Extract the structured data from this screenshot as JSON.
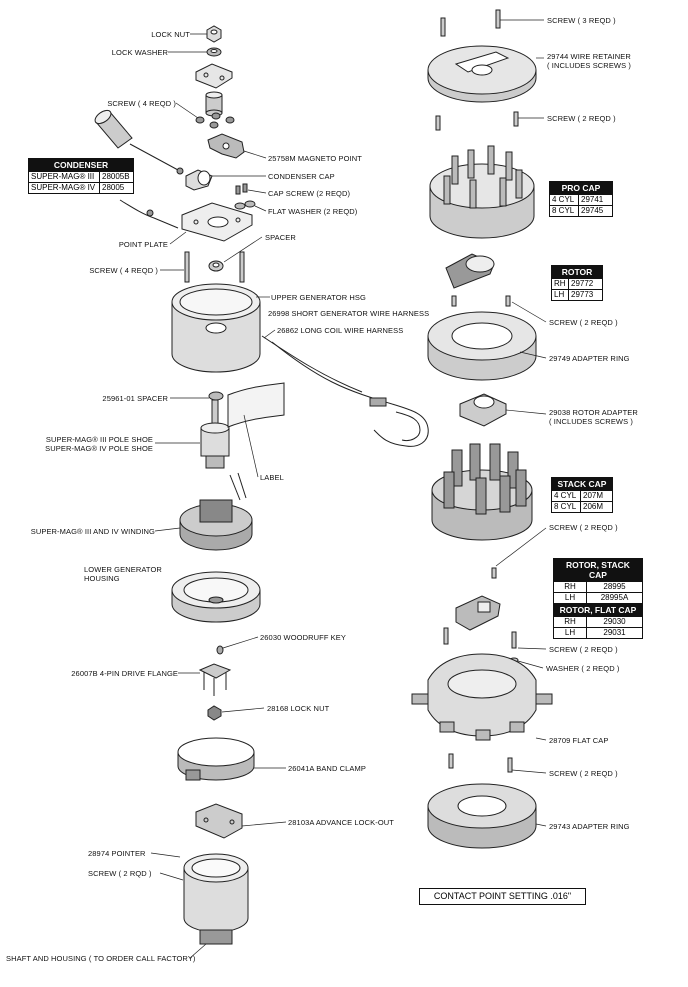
{
  "labels": {
    "lock_nut": "LOCK NUT",
    "lock_washer": "LOCK WASHER",
    "screw_4_reqd": "SCREW ( 4 REQD )",
    "magneto_point": "25758M MAGNETO POINT",
    "condenser_cap": "CONDENSER CAP",
    "cap_screw": "CAP SCREW (2 REQD)",
    "flat_washer": "FLAT WASHER (2 REQD)",
    "point_plate": "POINT PLATE",
    "spacer": "SPACER",
    "screw_4_reqd_2": "SCREW ( 4 REQD )",
    "upper_generator_hsg": "UPPER GENERATOR HSG",
    "short_harness": "26998 SHORT GENERATOR WIRE HARNESS",
    "long_harness": "26862 LONG COIL WIRE HARNESS",
    "spacer_25961": "25961-01 SPACER",
    "pole_shoe_iii": "SUPER-MAG® III POLE SHOE",
    "pole_shoe_iv": "SUPER-MAG® IV POLE SHOE",
    "label": "LABEL",
    "winding": "SUPER-MAG® III AND IV WINDING",
    "lower_gen_1": "LOWER GENERATOR",
    "lower_gen_2": "HOUSING",
    "woodruff_key": "26030 WOODRUFF KEY",
    "drive_flange": "26007B 4-PIN DRIVE FLANGE",
    "lock_nut_28168": "28168 LOCK NUT",
    "band_clamp": "26041A BAND CLAMP",
    "advance_lockout": "28103A  ADVANCE LOCK-OUT",
    "pointer": "28974 POINTER",
    "screw_2_rqd": "SCREW ( 2 RQD )",
    "shaft_housing": "SHAFT AND HOUSING ( TO ORDER CALL FACTORY)",
    "screw_3_reqd": "SCREW ( 3 REQD )",
    "wire_retainer_1": "29744 WIRE RETAINER",
    "wire_retainer_2": "( INCLUDES SCREWS )",
    "screw_2_reqd_a": "SCREW ( 2 REQD )",
    "screw_2_reqd_b": "SCREW ( 2 REQD )",
    "adapter_ring_29749": "29749 ADAPTER RING",
    "rotor_adapter_1": "29038 ROTOR ADAPTER",
    "rotor_adapter_2": "( INCLUDES SCREWS )",
    "screw_2_reqd_c": "SCREW ( 2 REQD )",
    "screw_2_reqd_d": "SCREW ( 2 REQD )",
    "washer_2_reqd": "WASHER ( 2 REQD )",
    "flat_cap_28709": "28709 FLAT CAP",
    "screw_2_reqd_e": "SCREW ( 2 REQD )",
    "adapter_ring_29743": "29743 ADAPTER RING"
  },
  "tables": {
    "condenser": {
      "title": "CONDENSER",
      "rows": [
        [
          "SUPER-MAG® III",
          "28005B"
        ],
        [
          "SUPER-MAG® IV",
          "28005"
        ]
      ]
    },
    "pro_cap": {
      "title": "PRO CAP",
      "rows": [
        [
          "4 CYL",
          "29741"
        ],
        [
          "8 CYL",
          "29745"
        ]
      ]
    },
    "rotor": {
      "title": "ROTOR",
      "rows": [
        [
          "RH",
          "29772"
        ],
        [
          "LH",
          "29773"
        ]
      ]
    },
    "stack_cap": {
      "title": "STACK CAP",
      "rows": [
        [
          "4 CYL",
          "207M"
        ],
        [
          "8 CYL",
          "206M"
        ]
      ]
    },
    "rotor_stack_cap": {
      "title": "ROTOR, STACK CAP",
      "rows": [
        [
          "RH",
          "28995"
        ],
        [
          "LH",
          "28995A"
        ]
      ]
    },
    "rotor_flat_cap": {
      "title": "ROTOR, FLAT CAP",
      "rows": [
        [
          "RH",
          "29030"
        ],
        [
          "LH",
          "29031"
        ]
      ]
    }
  },
  "contact_point_setting": "CONTACT POINT SETTING .016\""
}
